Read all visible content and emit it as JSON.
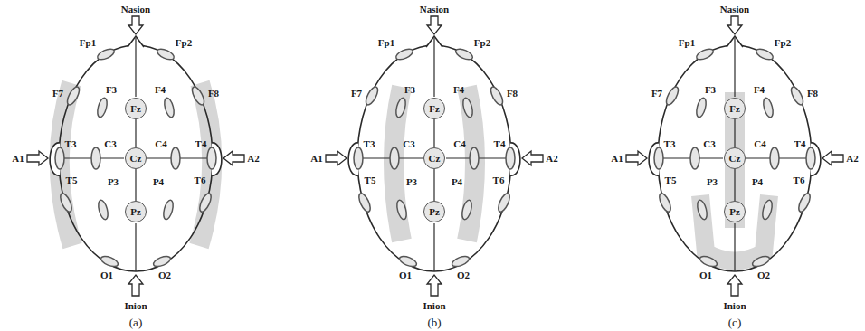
{
  "diagram": {
    "nodes": [
      {
        "text": [
          "Fz"
        ]
      },
      {
        "text": [
          "Cz"
        ]
      },
      {
        "text": [
          "Pz"
        ]
      },
      {
        "text": [
          "Fz"
        ]
      },
      {
        "text": [
          "Cz"
        ]
      },
      {
        "text": [
          "Pz"
        ]
      },
      {
        "text": [
          "Fz"
        ]
      },
      {
        "text": [
          "Cz"
        ]
      },
      {
        "text": [
          "Pz"
        ]
      }
    ],
    "edges": [
      {
        "from": 0,
        "to": 1,
        "arrow": "none"
      },
      {
        "from": 1,
        "to": 2,
        "arrow": "none"
      },
      {
        "from": 3,
        "to": 4,
        "arrow": "none"
      },
      {
        "from": 4,
        "to": 5,
        "arrow": "none"
      },
      {
        "from": 6,
        "to": 7,
        "arrow": "none"
      },
      {
        "from": 7,
        "to": 8,
        "arrow": "none"
      }
    ],
    "labels": [
      "Nasion",
      "Fp1",
      "Fp2",
      "F7",
      "F3",
      "F4",
      "F8",
      "A1",
      "T3",
      "C3",
      "C4",
      "T4",
      "A2",
      "T5",
      "P3",
      "P4",
      "T6",
      "O1",
      "O2",
      "Inion",
      "(a)",
      "Nasion",
      "Fp1",
      "Fp2",
      "F7",
      "F3",
      "F4",
      "F8",
      "A1",
      "T3",
      "C3",
      "C4",
      "T4",
      "A2",
      "T5",
      "P3",
      "P4",
      "T6",
      "O1",
      "O2",
      "Inion",
      "(b)",
      "Nasion",
      "Fp1",
      "Fp2",
      "F7",
      "F3",
      "F4",
      "F8",
      "A1",
      "T3",
      "C3",
      "C4",
      "T4",
      "A2",
      "T5",
      "P3",
      "P4",
      "T6",
      "O1",
      "O2",
      "Inion",
      "(c)"
    ]
  }
}
